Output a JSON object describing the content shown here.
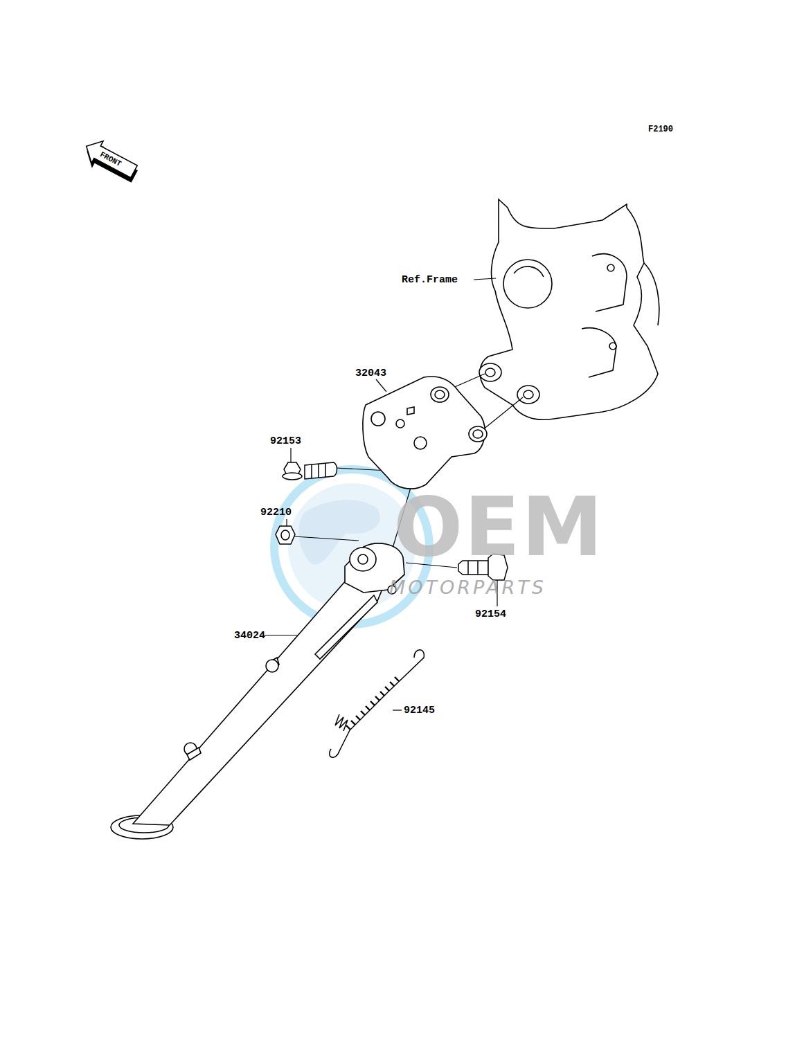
{
  "diagram": {
    "labels": [
      "F2190",
      "FRONT",
      "Ref.Frame",
      "32043",
      "92153",
      "92210",
      "34024",
      "92154",
      "92145",
      "OEM",
      "MOTORPARTS"
    ]
  }
}
